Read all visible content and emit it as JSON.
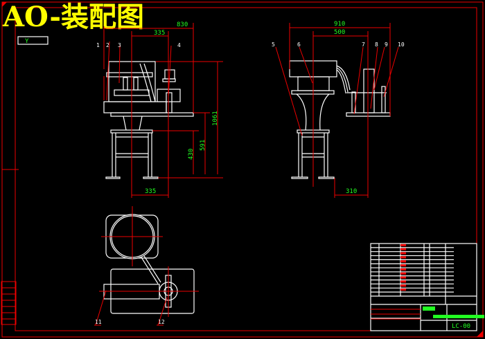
{
  "title": "AO-装配图",
  "ucs_label": "Y",
  "front_view": {
    "dims": {
      "overall_width": "830",
      "top_width": "335",
      "bottom_width": "335",
      "total_height": "1061",
      "table_height": "591",
      "stand_height": "430"
    },
    "part_labels": [
      "1",
      "2",
      "3",
      "4"
    ]
  },
  "side_view": {
    "dims": {
      "overall_width": "910",
      "center_width": "500",
      "offset": "310"
    },
    "part_labels": [
      "5",
      "6",
      "7",
      "8",
      "9",
      "10"
    ]
  },
  "top_view": {
    "part_labels": [
      "11",
      "12"
    ]
  },
  "title_block": {
    "drawing_number": "LC-00"
  },
  "colors": {
    "background": "#000000",
    "geometry": "#ffffff",
    "dimension_lines": "#e00000",
    "dimension_text": "#22ff22",
    "title": "#ffff00"
  }
}
